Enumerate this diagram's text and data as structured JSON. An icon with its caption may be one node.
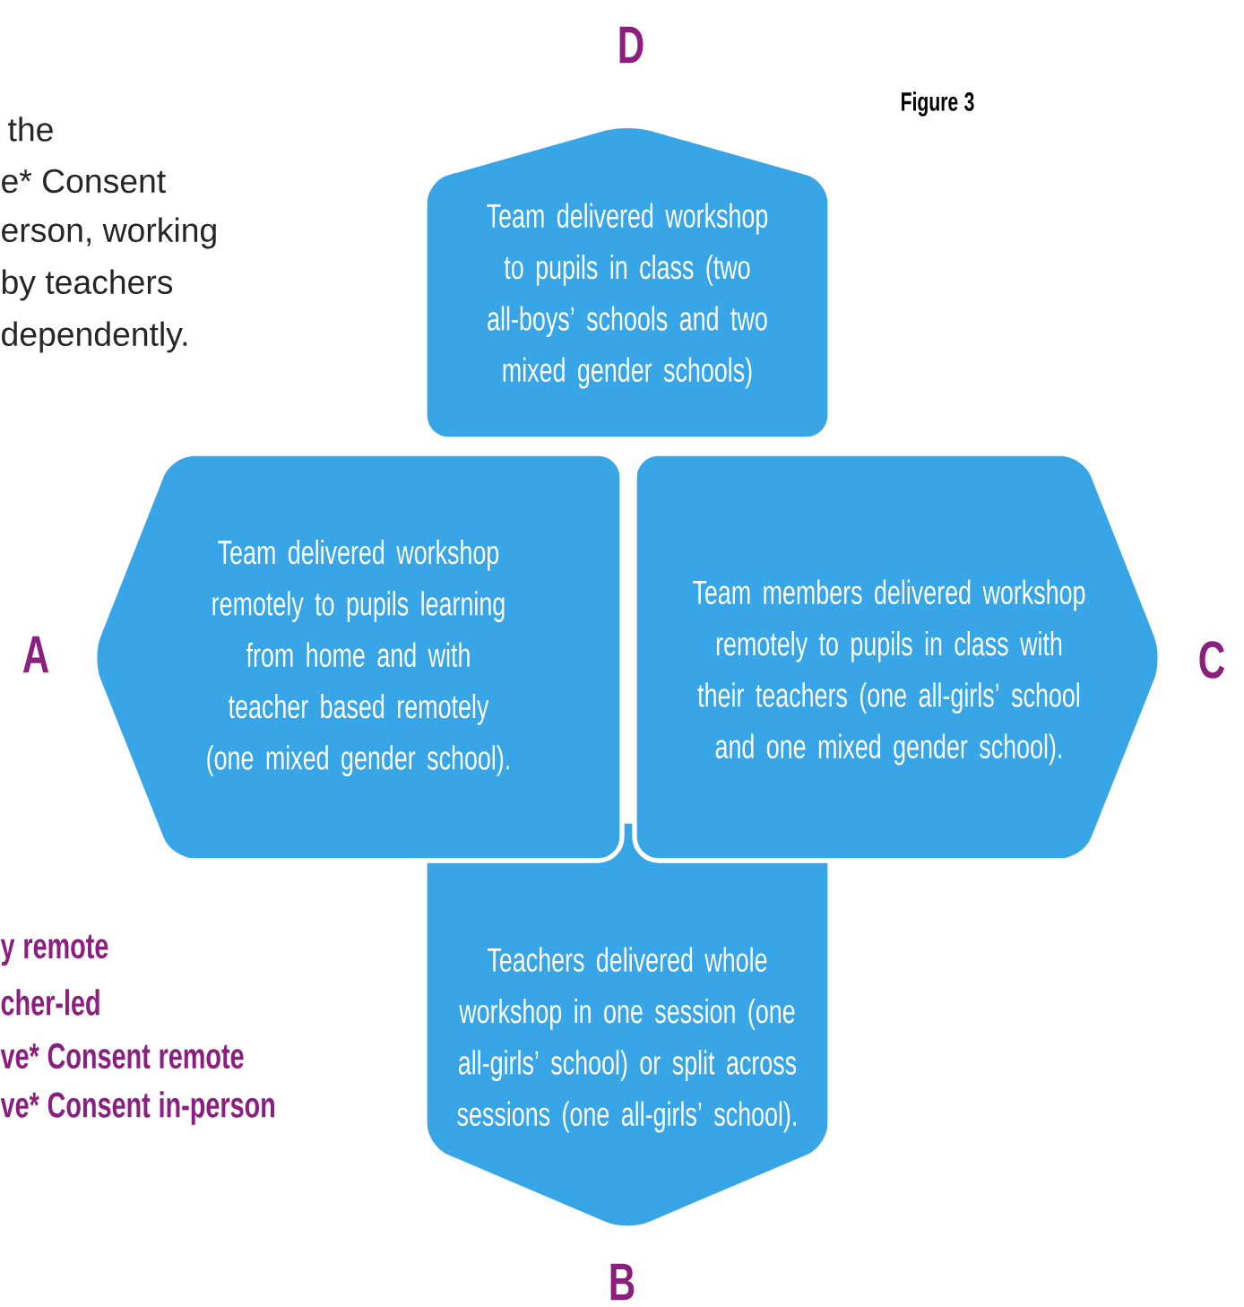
{
  "diagram": {
    "nodes": [
      {
        "text": [
          "Team delivered workshop to pupils in class (two all-boys’ schools and two mixed gender schools)"
        ],
        "beside": [
          "D"
        ]
      },
      {
        "text": [
          "Team delivered workshop remotely to pupils learning from home and with teacher based remotely (one mixed gender school)."
        ],
        "beside": [
          "A"
        ]
      },
      {
        "text": [
          "Team members delivered workshop remotely to pupils in class with their teachers (one all-girls’ school and one mixed gender school)."
        ],
        "beside": [
          "C"
        ]
      },
      {
        "text": [
          "Teachers delivered whole workshop in one session (one all-girls’ school) or split across sessions (one all-girls’ school)."
        ],
        "beside": [
          "B"
        ]
      }
    ],
    "labels": [
      "Figure 3",
      "the",
      "e* Consent",
      "erson, working",
      "by teachers",
      "dependently.",
      "y remote",
      "cher-led",
      "ve* Consent remote",
      "ve* Consent in-person"
    ]
  }
}
